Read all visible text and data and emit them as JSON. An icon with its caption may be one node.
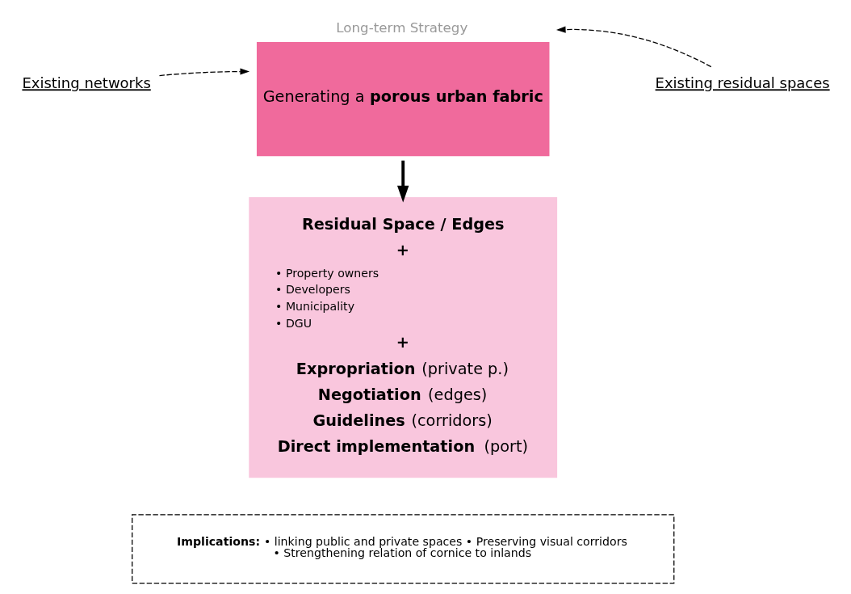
{
  "diagram": {
    "nodes": [
      {
        "text": [
          "Existing networks"
        ]
      },
      {
        "text": [
          "Long-term Strategy",
          "Generating a **porous urban fabric**"
        ]
      },
      {
        "text": [
          "Existing residual spaces"
        ]
      },
      {
        "text": [
          "**Residual Space / Edges**",
          "**+**",
          "• Property owners",
          "• Developers",
          "• Municipality",
          "• DGU",
          "**+**",
          "**Expropriation** (private p.)",
          "**Negotiation** (edges)",
          "**Guidelines** (corridors)",
          "**Direct implementation** (port)"
        ]
      },
      {
        "text": [
          "**Implications:** • linking public and private spaces • Preserving visual corridors • Strengthening relation of cornice to inlands"
        ]
      }
    ],
    "edges": [
      {
        "from": 0,
        "to": 1,
        "arrow": "to",
        "style": "dashed"
      },
      {
        "from": 2,
        "to": 1,
        "arrow": "to",
        "style": "dashed"
      },
      {
        "from": 1,
        "to": 3,
        "arrow": "to",
        "style": "thick"
      }
    ]
  }
}
